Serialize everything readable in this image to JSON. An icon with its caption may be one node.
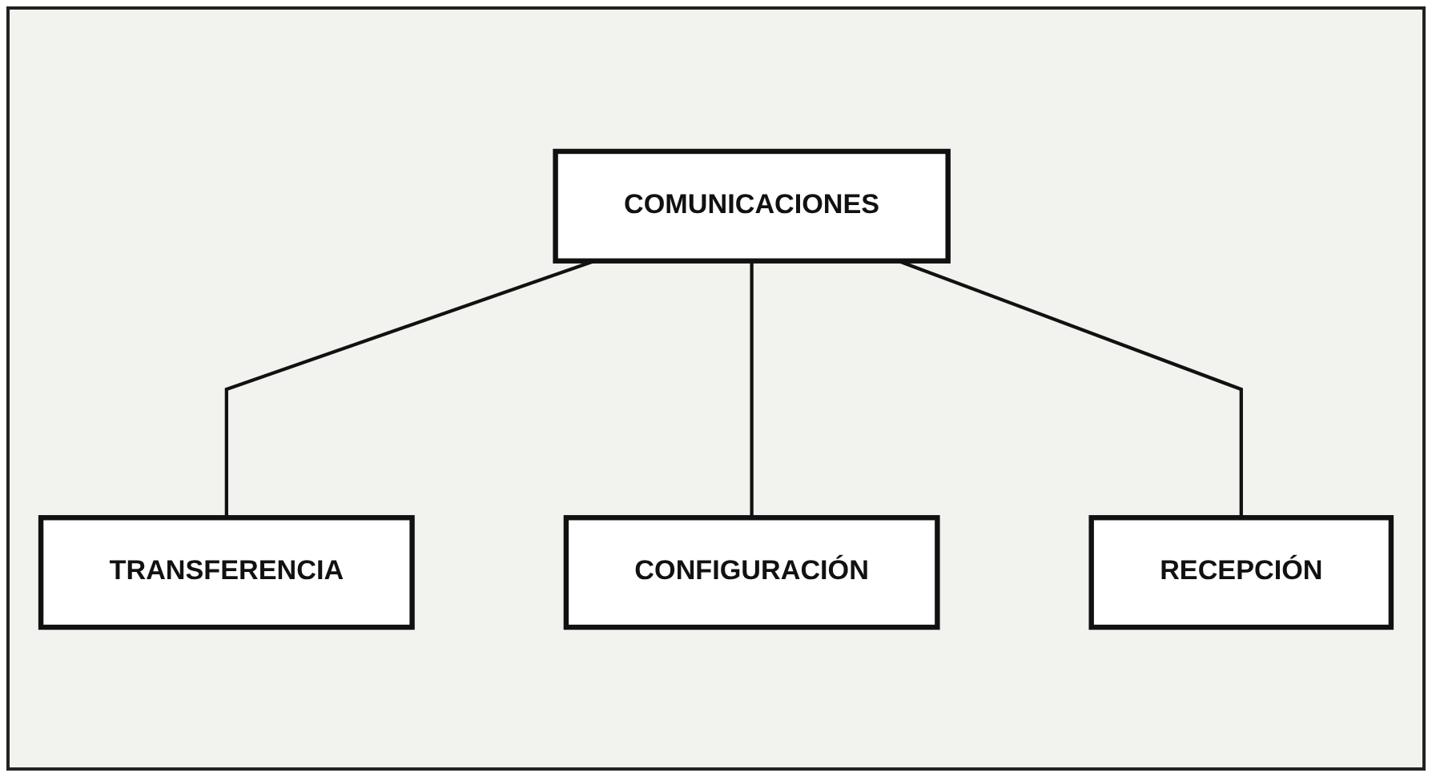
{
  "diagram": {
    "nodes": [
      {
        "text": [
          "COMUNICACIONES"
        ]
      },
      {
        "text": [
          "TRANSFERENCIA"
        ]
      },
      {
        "text": [
          "CONFIGURACIÓN"
        ]
      },
      {
        "text": [
          "RECEPCIÓN"
        ]
      }
    ],
    "edges": [
      {
        "from": 0,
        "to": 1,
        "arrow": "none"
      },
      {
        "from": 0,
        "to": 2,
        "arrow": "none"
      },
      {
        "from": 0,
        "to": 3,
        "arrow": "none"
      }
    ]
  }
}
